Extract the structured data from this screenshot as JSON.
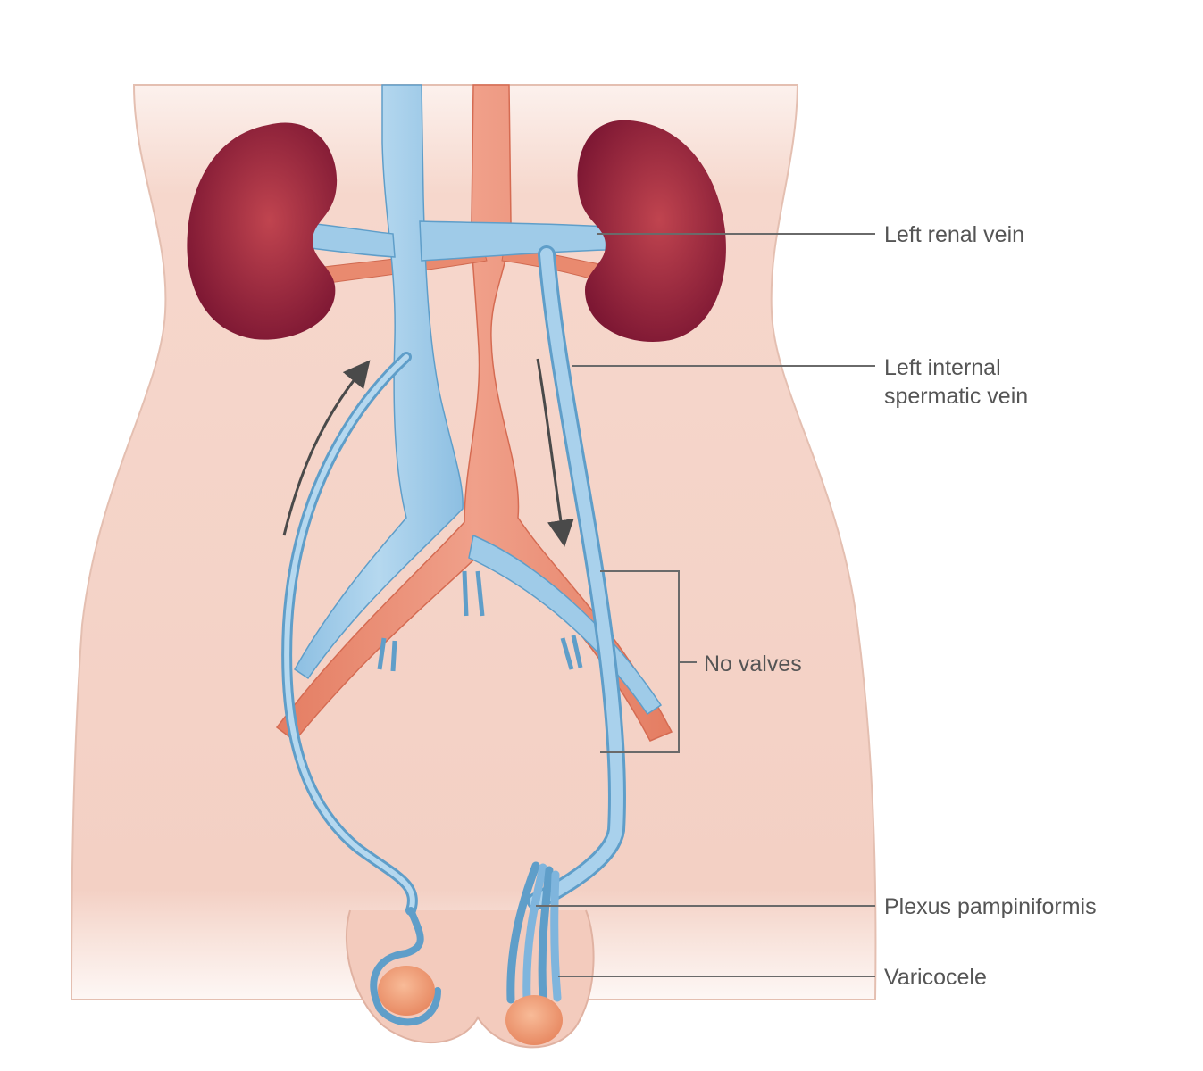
{
  "labels": {
    "left_renal_vein": "Left renal vein",
    "left_internal_spermatic_vein_line1": "Left internal",
    "left_internal_spermatic_vein_line2": "spermatic vein",
    "no_valves": "No valves",
    "plexus_pampiniformis": "Plexus pampiniformis",
    "varicocele": "Varicocele"
  },
  "colors": {
    "background": "#ffffff",
    "skin": "#f6d7cc",
    "skin_outline": "#e0b7a8",
    "vein_fill": "#9fcbe8",
    "vein_stroke": "#5f9ec9",
    "artery_fill": "#e98a6f",
    "artery_stroke": "#cc6048",
    "kidney": "#a52a45",
    "kidney_dark": "#7d1733",
    "testis": "#f3a27e",
    "leader_line": "#6a6a6a",
    "arrow": "#4a4a4a",
    "label_text": "#555555"
  }
}
